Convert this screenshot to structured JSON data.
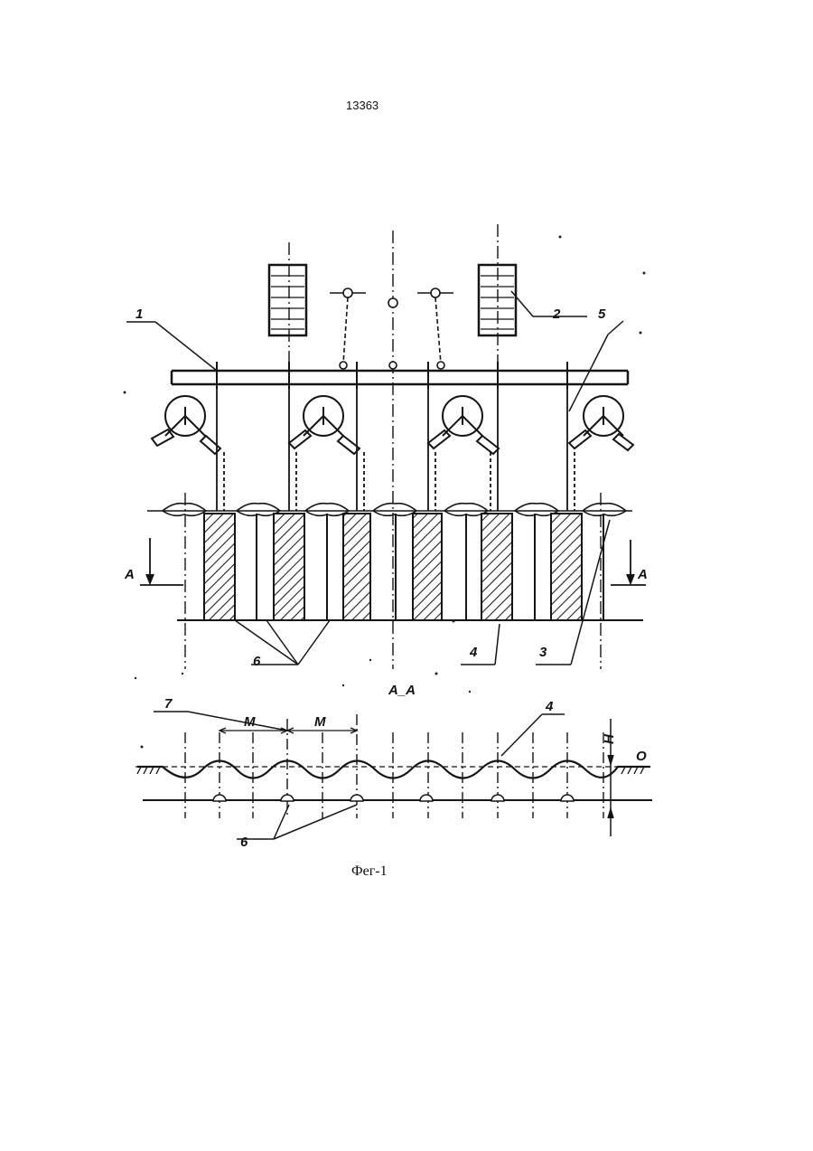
{
  "page": {
    "number": "13363"
  },
  "figure": {
    "caption": "Фег-1"
  },
  "callouts": {
    "frame": "1",
    "block": "2",
    "sprinkler_3": "3",
    "wave_surface": "4",
    "pipe_5": "5",
    "emitters": "6",
    "pitch_ref": "7",
    "section_a": "A",
    "section_title": "A_A",
    "pitch_m": "M",
    "height_h": "H",
    "level_o": "O"
  }
}
